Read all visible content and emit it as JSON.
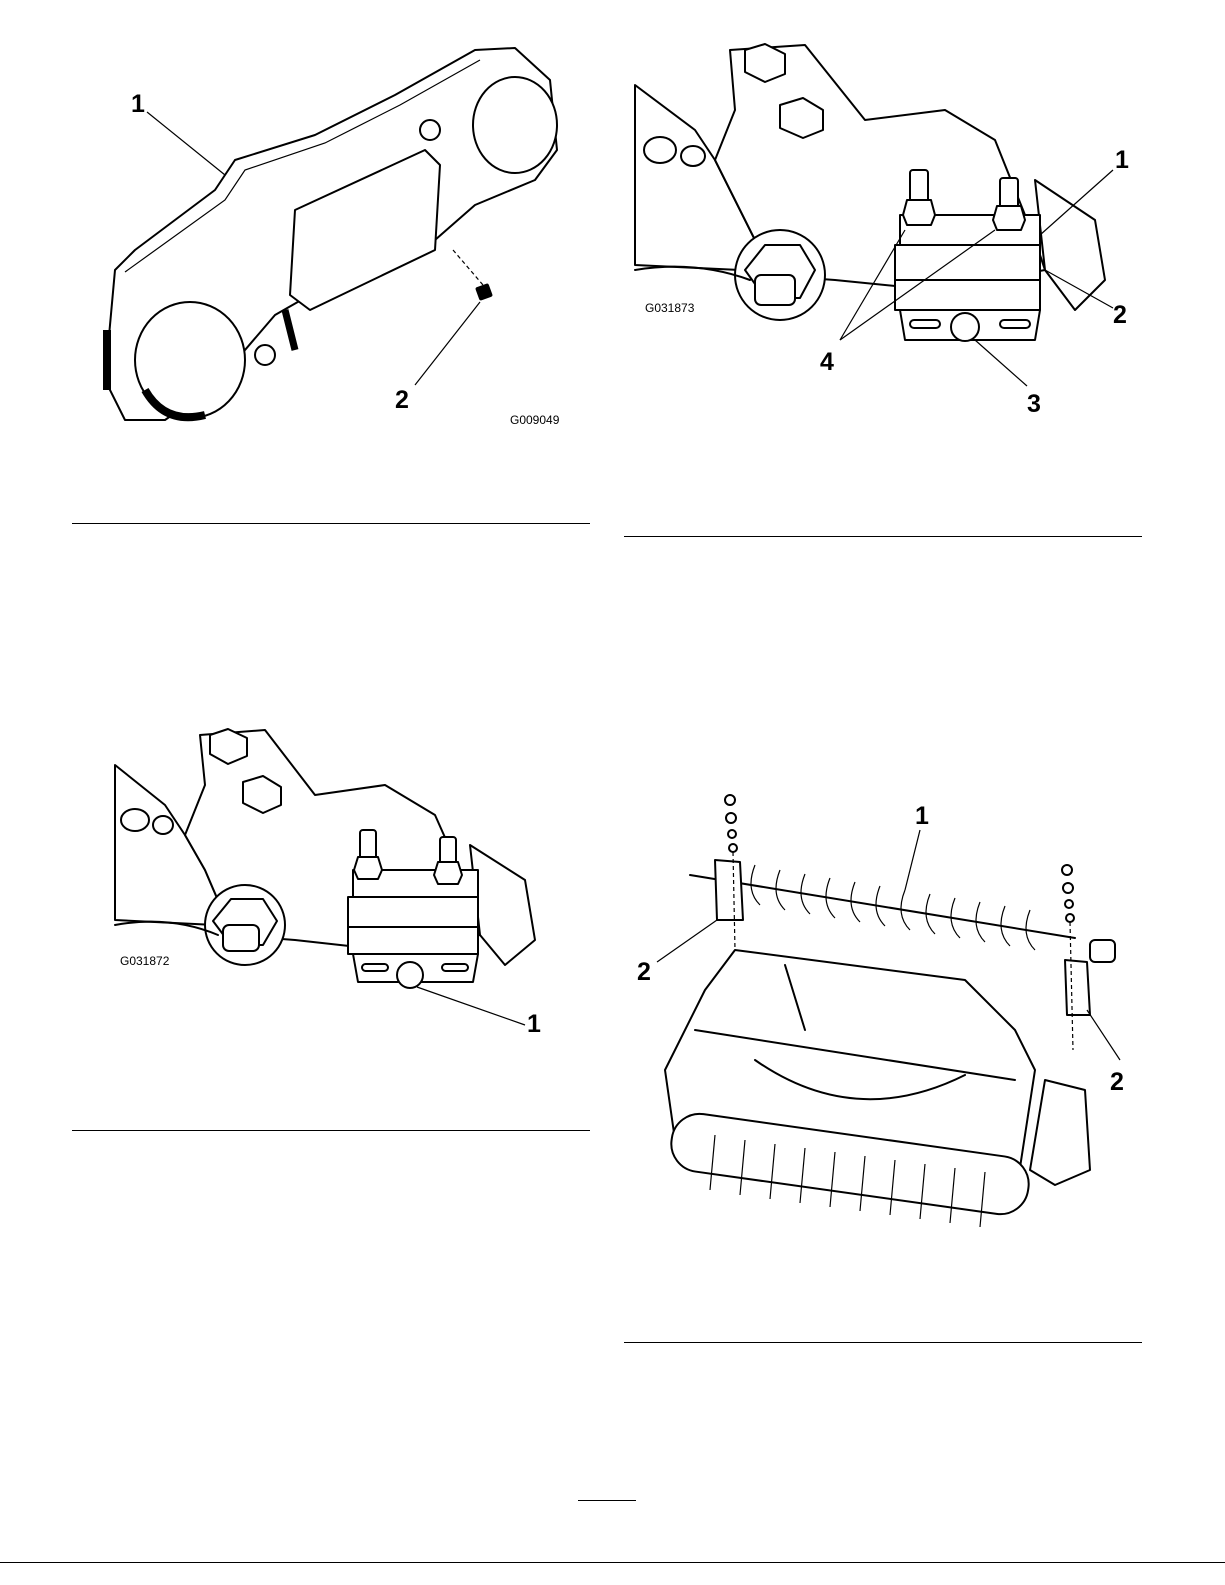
{
  "figures": [
    {
      "id": "fig-belt-cover",
      "code": "G009049",
      "callouts": [
        "1",
        "2"
      ]
    },
    {
      "id": "fig-backlap-valve-a",
      "code": "G031873",
      "callouts": [
        "1",
        "2",
        "3",
        "4"
      ]
    },
    {
      "id": "fig-backlap-valve-b",
      "code": "G031872",
      "callouts": [
        "1"
      ]
    },
    {
      "id": "fig-cutting-unit-brush",
      "code": "",
      "callouts": [
        "1",
        "2",
        "2"
      ]
    }
  ]
}
